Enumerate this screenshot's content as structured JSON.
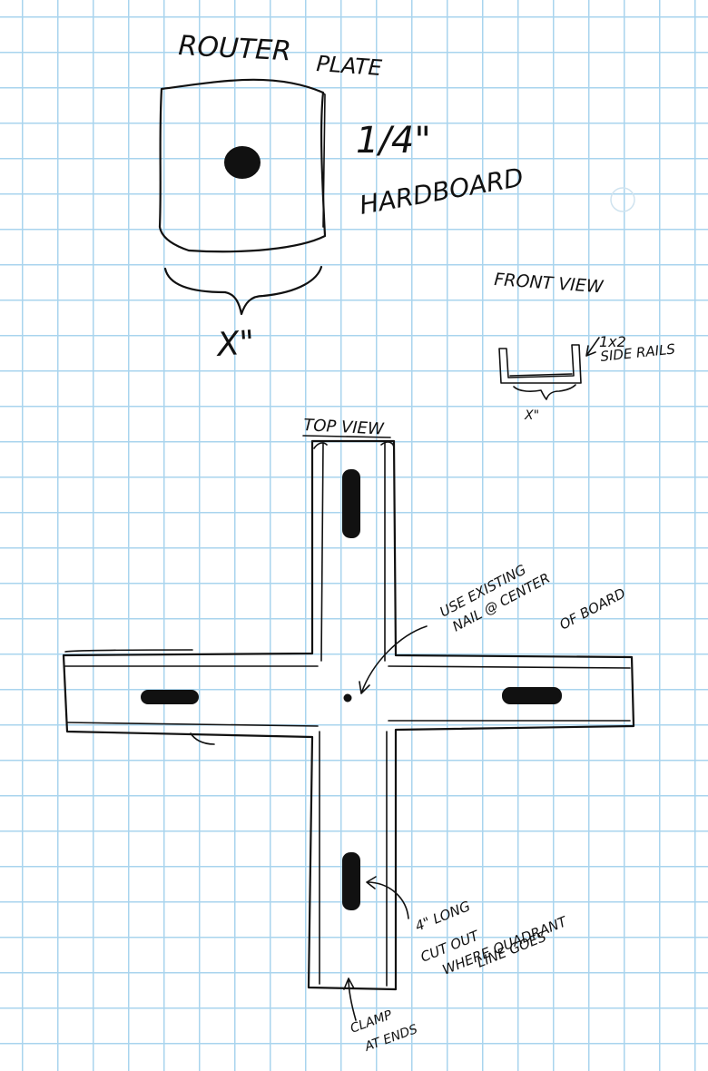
{
  "router_plate": {
    "title_line1": "ROUTER",
    "title_line2": "PLATE",
    "thickness": "1/4\"",
    "material": "HARDBOARD",
    "width_label": "X\""
  },
  "front_view": {
    "title": "FRONT VIEW",
    "rails_label_line1": "1x2",
    "rails_label_line2": "SIDE RAILS",
    "width_label": "X\""
  },
  "top_view": {
    "title": "TOP VIEW",
    "center_note_line1": "USE EXISTING",
    "center_note_line2": "NAIL @ CENTER",
    "center_note_line3": "OF BOARD",
    "cutout_note_line1": "4\" LONG",
    "cutout_note_line2": "CUT OUT",
    "cutout_note_line3": "WHERE QUADRANT",
    "cutout_note_line4": "LINE GOES",
    "clamp_note_line1": "CLAMP",
    "clamp_note_line2": "AT ENDS"
  },
  "colors": {
    "ink": "#111111",
    "grid": "#a9d4ee",
    "paper": "#ffffff"
  }
}
